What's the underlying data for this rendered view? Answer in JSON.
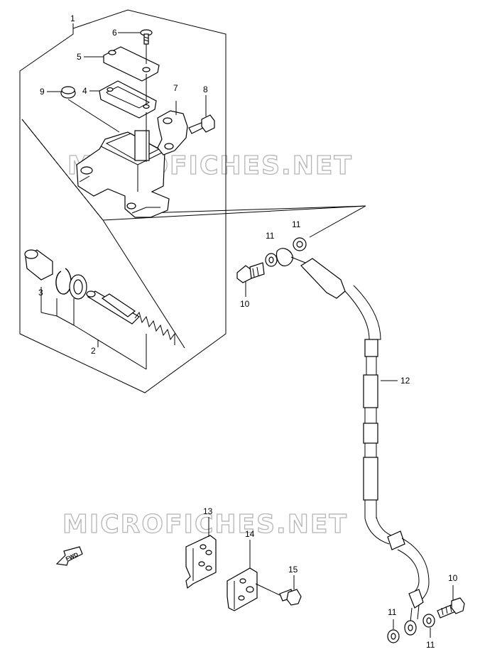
{
  "diagram": {
    "watermark_top": "MICROFICHES.NET",
    "watermark_bottom": "MICROFICHES.NET",
    "fwd_label": "FWD",
    "callouts": {
      "p1": "1",
      "p2": "2",
      "p3": "3",
      "p4": "4",
      "p5": "5",
      "p6": "6",
      "p7": "7",
      "p8": "8",
      "p9": "9",
      "p10a": "10",
      "p10b": "10",
      "p11a": "11",
      "p11b": "11",
      "p11c": "11",
      "p11d": "11",
      "p12": "12",
      "p13": "13",
      "p14": "14",
      "p15": "15"
    }
  }
}
